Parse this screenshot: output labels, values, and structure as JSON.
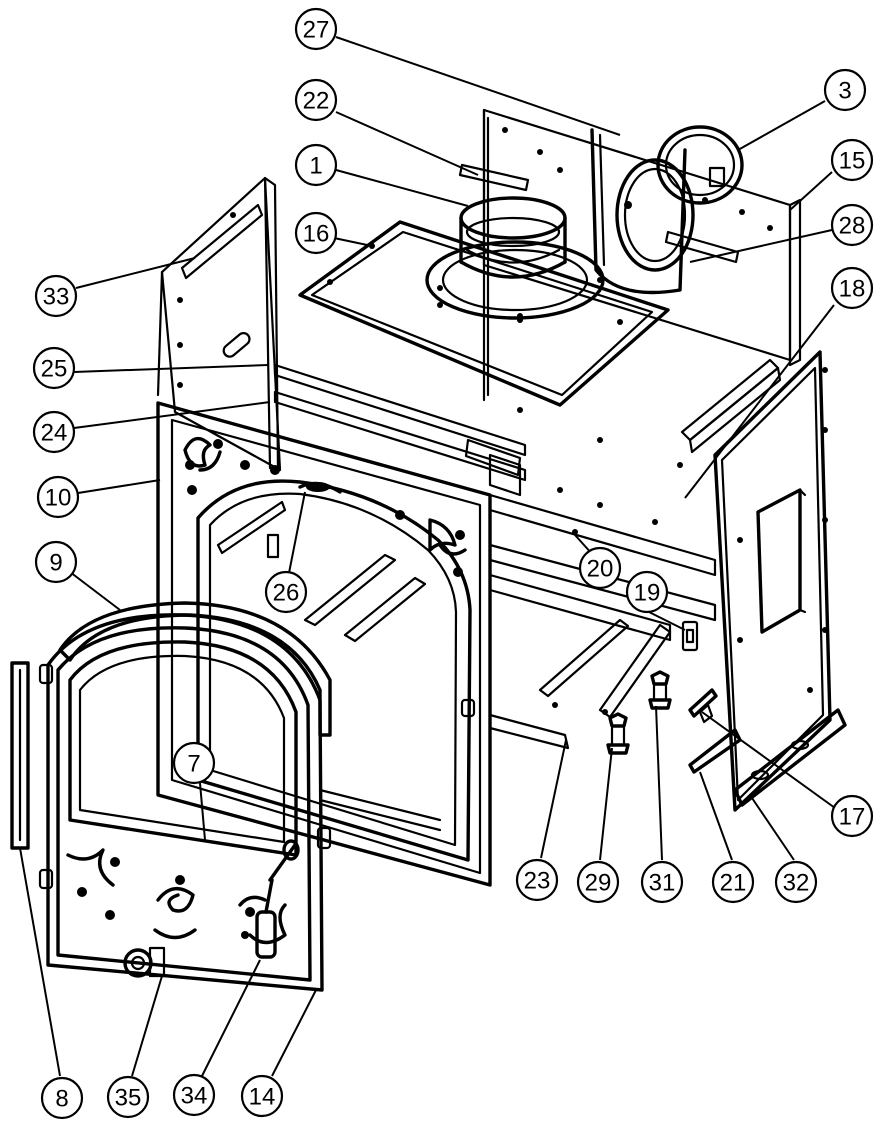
{
  "callouts": [
    {
      "label": "27"
    },
    {
      "label": "3"
    },
    {
      "label": "22"
    },
    {
      "label": "15"
    },
    {
      "label": "1"
    },
    {
      "label": "28"
    },
    {
      "label": "16"
    },
    {
      "label": "33"
    },
    {
      "label": "18"
    },
    {
      "label": "25"
    },
    {
      "label": "24"
    },
    {
      "label": "10"
    },
    {
      "label": "9"
    },
    {
      "label": "26"
    },
    {
      "label": "20"
    },
    {
      "label": "19"
    },
    {
      "label": "7"
    },
    {
      "label": "17"
    },
    {
      "label": "23"
    },
    {
      "label": "29"
    },
    {
      "label": "31"
    },
    {
      "label": "21"
    },
    {
      "label": "32"
    },
    {
      "label": "8"
    },
    {
      "label": "35"
    },
    {
      "label": "34"
    },
    {
      "label": "14"
    }
  ]
}
